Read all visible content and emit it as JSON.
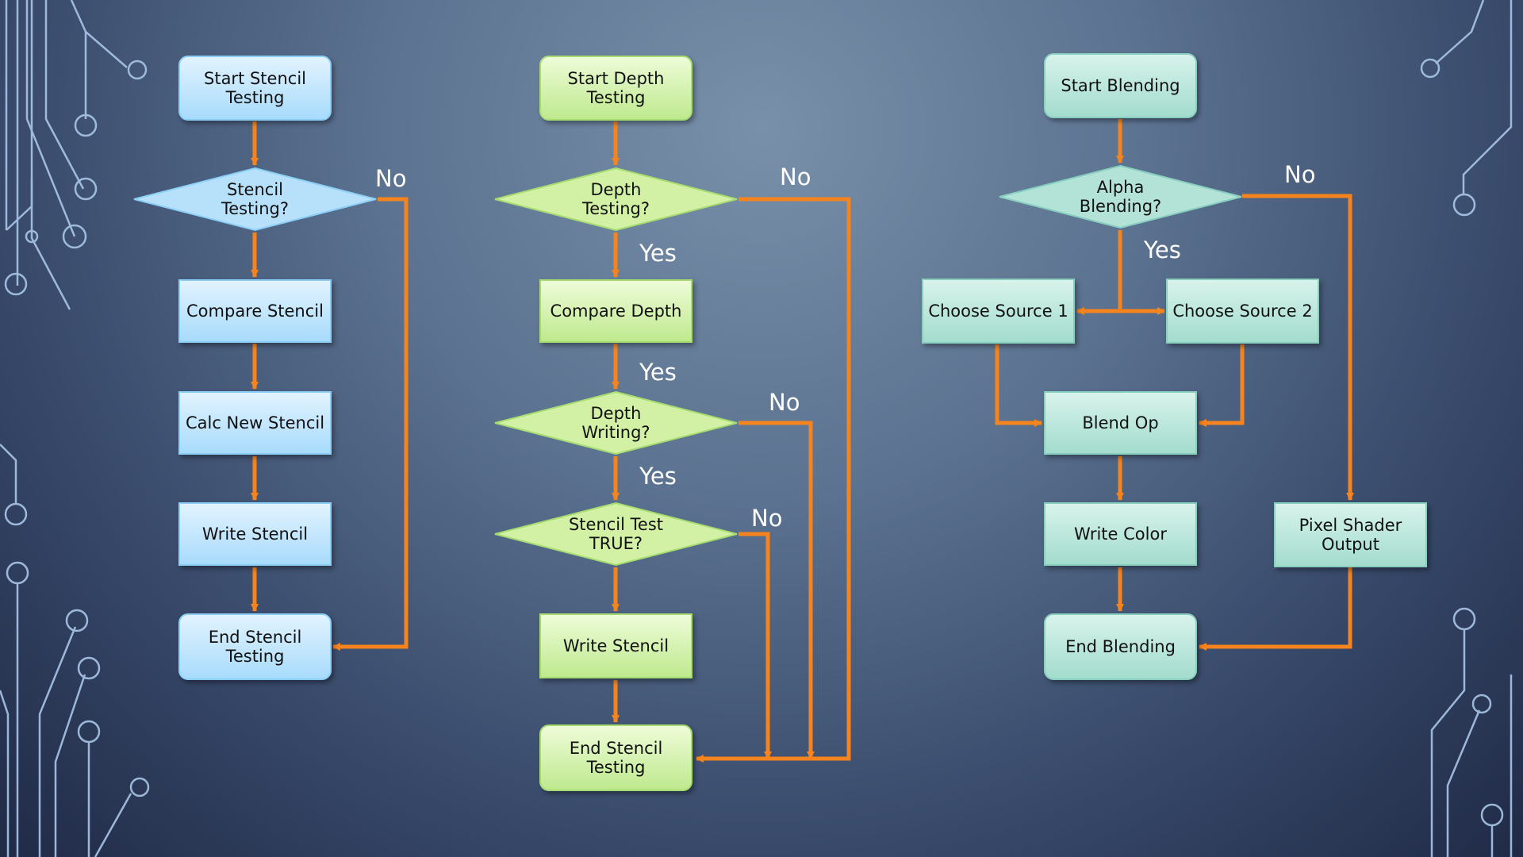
{
  "colors": {
    "arrow": "#f5841f",
    "decor_line": "#a9c6e8",
    "blue_fill": "#bfe4fd",
    "green_fill": "#d4f2a8",
    "teal_fill": "#b8e6da"
  },
  "stencil": {
    "start": "Start Stencil\nTesting",
    "decision": "Stencil\nTesting?",
    "compare": "Compare Stencil",
    "calc": "Calc New Stencil",
    "write": "Write Stencil",
    "end": "End Stencil\nTesting",
    "no_label": "No"
  },
  "depth": {
    "start": "Start Depth\nTesting",
    "decision_testing": "Depth\nTesting?",
    "compare": "Compare Depth",
    "decision_writing": "Depth\nWriting?",
    "decision_stencil": "Stencil Test\nTRUE?",
    "write": "Write Stencil",
    "end": "End Stencil\nTesting",
    "yes_1": "Yes",
    "yes_2": "Yes",
    "yes_3": "Yes",
    "no_1": "No",
    "no_2": "No",
    "no_3": "No"
  },
  "blending": {
    "start": "Start Blending",
    "decision": "Alpha\nBlending?",
    "source1": "Choose Source 1",
    "source2": "Choose Source 2",
    "blend_op": "Blend Op",
    "write_color": "Write Color",
    "pixel_shader": "Pixel Shader\nOutput",
    "end": "End Blending",
    "yes_label": "Yes",
    "no_label": "No"
  }
}
